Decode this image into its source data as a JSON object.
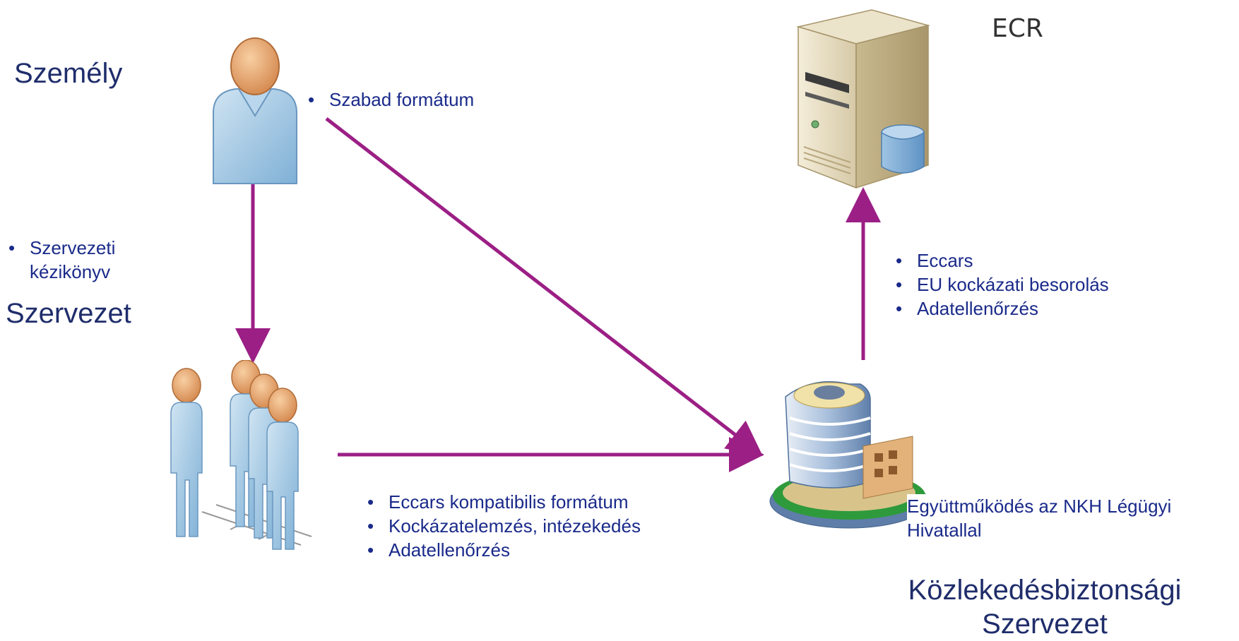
{
  "nodes": {
    "person": {
      "label": "Személy",
      "icon": "person-icon"
    },
    "organization": {
      "label": "Szervezet",
      "icon": "group-of-people-icon"
    },
    "ecr": {
      "label": "ECR",
      "icon": "server-database-icon"
    },
    "safety_body": {
      "label": "Közlekedésbiztonsági Szervezet",
      "icon": "office-building-icon"
    }
  },
  "edges": {
    "person_to_org": {
      "bullets": [
        "Szervezeti kézikönyv"
      ]
    },
    "person_to_safety": {
      "bullets": [
        "Szabad formátum"
      ]
    },
    "org_to_safety": {
      "bullets": [
        "Eccars kompatibilis formátum",
        "Kockázatelemzés, intézekedés",
        "Adatellenőrzés"
      ]
    },
    "safety_to_ecr": {
      "bullets": [
        "Eccars",
        "EU kockázati besorolás",
        "Adatellenőrzés"
      ]
    }
  },
  "notes": {
    "cooperation": "Együttműködés az NKH Légügyi Hivatallal"
  },
  "colors": {
    "arrow": "#9b1f85",
    "label_text": "#1f2d6b",
    "bullet_text": "#1a2a8a",
    "figure_body": "#9ec6e2",
    "figure_head": "#e6a56c"
  }
}
